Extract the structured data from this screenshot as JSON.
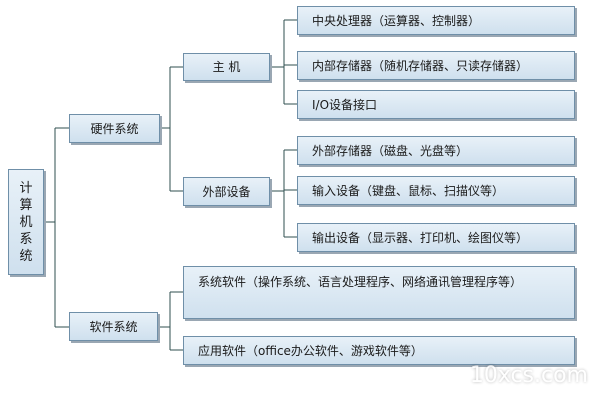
{
  "root": {
    "chars": [
      "计",
      "算",
      "机",
      "系",
      "统"
    ]
  },
  "hardware": {
    "label": "硬件系统",
    "host": {
      "label": "主 机",
      "items": [
        "中央处理器（运算器、控制器）",
        "内部存储器（随机存储器、只读存储器）",
        "I/O设备接口"
      ]
    },
    "peripheral": {
      "label": "外部设备",
      "items": [
        "外部存储器（磁盘、光盘等）",
        "输入设备（键盘、鼠标、扫描仪等）",
        "输出设备（显示器、打印机、绘图仪等）"
      ]
    }
  },
  "software": {
    "label": "软件系统",
    "items": [
      "系统软件（操作系统、语言处理程序、网络通讯管理程序等）",
      "应用软件（office办公软件、游戏软件等）"
    ]
  },
  "watermark": "10xcs.com",
  "colors": {
    "box_fill_top": "#e8f1f8",
    "box_fill_bottom": "#cfe0ee",
    "box_border": "#6f8fa8",
    "connector": "#2f4f4f"
  }
}
